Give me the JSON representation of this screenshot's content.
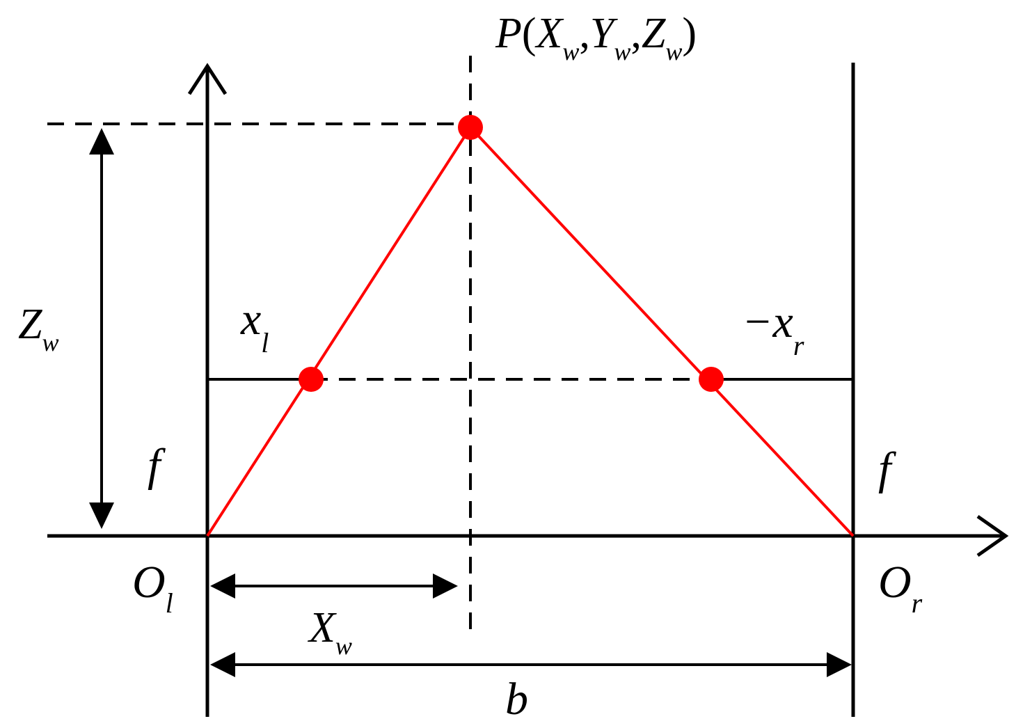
{
  "labels": {
    "point": {
      "P": "P",
      "open_paren": "(",
      "X": "X",
      "Y": "Y",
      "Z": "Z",
      "w1": "w",
      "w2": "w",
      "w3": "w",
      "comma1": ",",
      "comma2": ",",
      "close_paren": ")"
    },
    "Zw": {
      "main": "Z",
      "sub": "w"
    },
    "Xw": {
      "main": "X",
      "sub": "w"
    },
    "xl": {
      "main": "x",
      "sub": "l"
    },
    "neg_xr": {
      "main": "−x",
      "sub": "r"
    },
    "f_left": "f",
    "f_right": "f",
    "Ol": {
      "main": "O",
      "sub": "l"
    },
    "Or": {
      "main": "O",
      "sub": "r"
    },
    "b": "b"
  },
  "colors": {
    "line": "#000000",
    "ray": "#ff0000",
    "point": "#ff0000",
    "background": "#ffffff"
  }
}
